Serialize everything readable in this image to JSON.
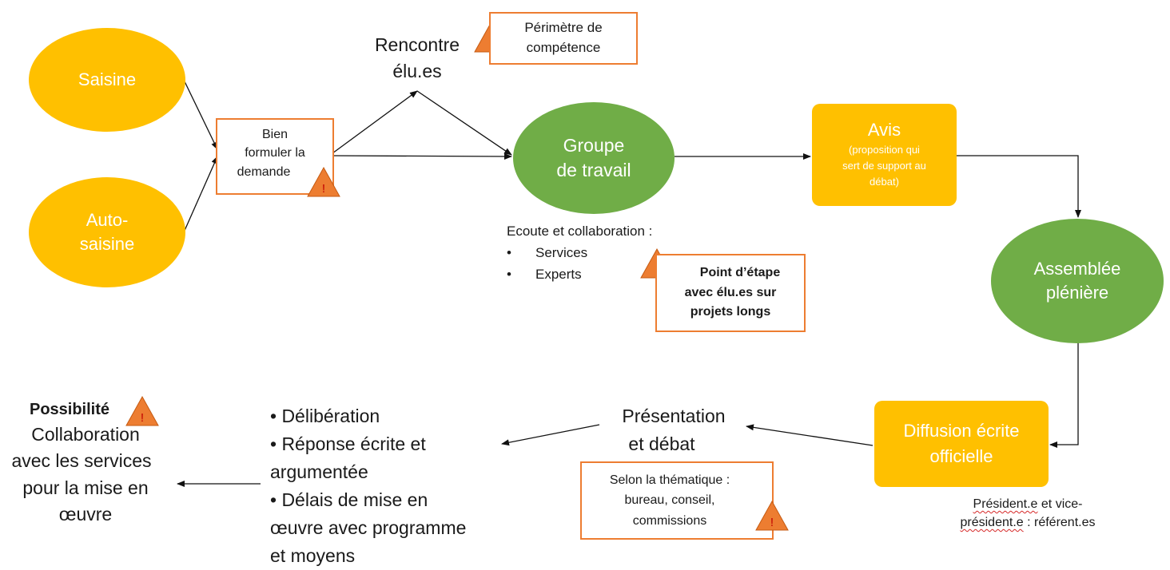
{
  "nodes": {
    "saisine": "Saisine",
    "auto_saisine_1": "Auto-",
    "auto_saisine_2": "saisine",
    "bien_formuler": [
      "Bien",
      "formuler la",
      "demande"
    ],
    "rencontre": [
      "Rencontre",
      "élu.es"
    ],
    "perimetre": [
      "Périmètre de",
      "compétence"
    ],
    "groupe": [
      "Groupe",
      "de travail"
    ],
    "avis_title": "Avis",
    "avis_sub": [
      "(proposition qui",
      "sert de support au",
      "débat)"
    ],
    "assemblee": [
      "Assemblée",
      "plénière"
    ],
    "diffusion": [
      "Diffusion écrite",
      "officielle"
    ],
    "presentation": [
      "Présentation",
      "et débat"
    ],
    "selon": [
      "Selon la thématique :",
      "bureau, conseil,",
      "commissions"
    ],
    "point_etape": [
      "Point d’étape",
      "avec élu.es sur",
      "projets longs"
    ],
    "decisions": [
      "• Délibération",
      "• Réponse écrite et",
      "argumentée",
      "• Délais de mise en",
      "œuvre avec programme",
      "et moyens"
    ],
    "possibilite_title": "Possibilité",
    "possibilite_lines": [
      "Collaboration",
      "avec les services",
      "pour la mise en",
      "œuvre"
    ]
  },
  "notes": {
    "ecoute_title": "Ecoute et collaboration :",
    "ecoute_items": [
      "Services",
      "Experts"
    ],
    "president_line1a": "Président.e",
    "president_line1b": " et vice-",
    "president_line2a": "président.e",
    "president_line2b": " : référent.es"
  },
  "colors": {
    "orange": "#ffc000",
    "green": "#70ad47",
    "outline": "#ed7d31",
    "warning": "#ed7d31",
    "warning_mark": "#c00000"
  },
  "icons": {
    "warning": "warning-triangle-icon"
  }
}
